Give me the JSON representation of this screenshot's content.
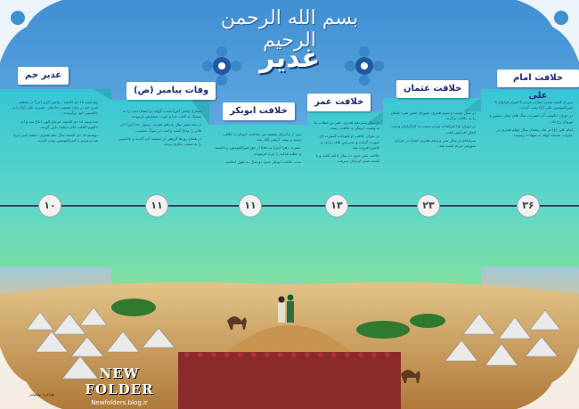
{
  "header": {
    "basmala": "بسم الله الرحمن الرحيم",
    "title": "غدیر"
  },
  "events": [
    {
      "label": "غدیر خم",
      "number": "۱۰",
      "paragraphs": [
        "پنج شنبه ۱۸ ذی الحجه - پیامبر اکرم (ص) در منطقه غدیر خم در میان جمعیت حاجیان، حضرت علی (ع) را به جانشینی خود برگزیدند.",
        "سه شنبه ۱۸ ذی الحجه، فرمان الهی ابلاغ شد و آیه «الیوم اکملت لکم دینکم» نازل گردید.",
        "دوشنبه ۱۸ ذی الحجه سال دهم هجری، خطبه غدیر ایراد شد و مردم با امیرالمومنین بیعت کردند."
      ]
    },
    {
      "label": "وفات پیامبر (ص)",
      "number": "۱۱",
      "paragraphs": [
        "بیماری پیامبر (ص) شدت گرفت و ایشان امت را به تمسک به کتاب خدا و عترت سفارش فرمودند.",
        "در ماه صفر سال یازدهم هجری، رسول خدا (ص) دار فانی را وداع گفتند و امت در سوگ نشست.",
        "در همان روزها گروهی در سقیفه گرد آمدند و جانشینی را به سمت دیگری بردند."
      ]
    },
    {
      "label": "خلافت ابوبکر",
      "number": "۱۱",
      "paragraphs": [
        "پس از ماجرای سقیفه بنی ساعده، ابوبکر به خلافت رسید و بیعت گرفتن آغاز شد.",
        "حضرت زهرا (س) به دفاع از حق امیرالمومنین برخاستند و خطبه فدکیه را ایراد فرمودند.",
        "مدت خلافت ابوبکر حدود دو سال به طول انجامید."
      ]
    },
    {
      "label": "خلافت عمر",
      "number": "۱۳",
      "paragraphs": [
        "در سال سیزدهم هجری، عمر بن خطاب بنا به وصیت ابوبکر به خلافت رسید.",
        "در دوران خلافت او فتوحات گسترده ای صورت گرفت و سرزمین های زیادی به قلمرو افزوده شد.",
        "خلافت عمر حدود ده سال ادامه یافت و با کشته شدن او پایان پذیرفت."
      ]
    },
    {
      "label": "خلافت عثمان",
      "number": "۲۳",
      "paragraphs": [
        "در سال بیست و سوم هجری، شورای شش نفره عثمان را به خلافت برگزید.",
        "در دوران او اعتراضات مردم نسبت به کارگزاران و بیت المال افزایش یافت.",
        "سرانجام در سال سی و پنجم هجری عثمان در جریان شورش مردم کشته شد."
      ]
    },
    {
      "label": "خلافت امام علی",
      "number": "۳۶",
      "paragraphs": [
        "پس از کشته شدن عثمان، مردم با اصرار فراوان با امیرالمومنین علی (ع) بیعت کردند.",
        "در دوران حکومت آن حضرت، جنگ های جمل، صفین و نهروان رخ داد.",
        "امام علی (ع) در ماه رمضان سال چهلم هجری در محراب مسجد کوفه به شهادت رسیدند."
      ]
    }
  ],
  "footer": {
    "brand": "NEW FOLDER",
    "url": "Newfolders.blog.ir",
    "credit": "طراحی: نیوفولدر"
  }
}
